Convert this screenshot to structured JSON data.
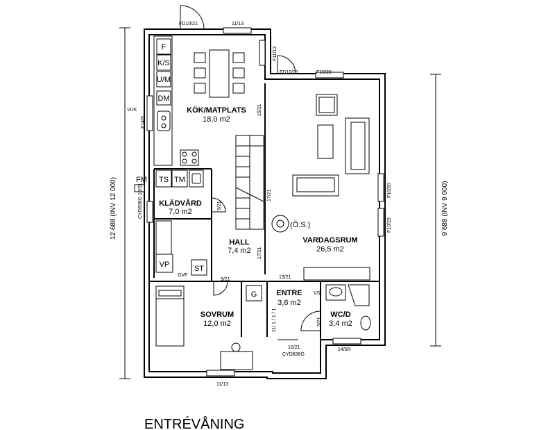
{
  "title": "ENTRÉVÅNING",
  "dimensions": {
    "left": "12 688 (INV 12 000)",
    "right": "9 688 (INV 9 000)"
  },
  "rooms": {
    "kitchen": {
      "name": "KÖK/MATPLATS",
      "area": "18,0 m2"
    },
    "wardrobe": {
      "name": "KLÄDVÅRD",
      "area": "7,0 m2"
    },
    "hall": {
      "name": "HALL",
      "area": "7,4 m2"
    },
    "living": {
      "name": "VARDAGSRUM",
      "area": "26,5 m2"
    },
    "bedroom": {
      "name": "SOVRUM",
      "area": "12,0 m2"
    },
    "entry": {
      "name": "ENTRE",
      "area": "3,6 m2"
    },
    "wc": {
      "name": "WC/D",
      "area": "3,4 m2"
    }
  },
  "appliances": {
    "f": "F",
    "ks": "K/S",
    "um": "U/M",
    "dm": "DM",
    "ts": "TS",
    "tm": "TM",
    "vp": "VP",
    "st": "ST",
    "g": "G",
    "fm": "FM",
    "vuk": "VUK",
    "gvf": "GVF",
    "vs": "VS",
    "stove": "(Ö.S.)"
  },
  "openings": {
    "fd_top": "FD10/21",
    "win_top": "11/13",
    "win_right_kitchen": "F11/13",
    "fd_mid": "FD10/21",
    "win_mid": "F10/20",
    "stair_door": "15/21",
    "win_left_kitchen": "F14/5",
    "cyd_left": "CYD838G 10/21",
    "hall_door_1": "9/21",
    "hall_door_2": "17/21",
    "hall_door_3": "17/21",
    "living_entry": "13/21",
    "win_right_1": "F10/20",
    "win_right_2": "F10/20",
    "bedroom_door": "9/21",
    "wc_door": "9/21",
    "entry_door": "10/21",
    "entry_door_type": "CYD838G",
    "wc_window": "14/5R",
    "bedroom_window": "11/13",
    "hall_small": "11/ 1 / 1 / 1"
  }
}
